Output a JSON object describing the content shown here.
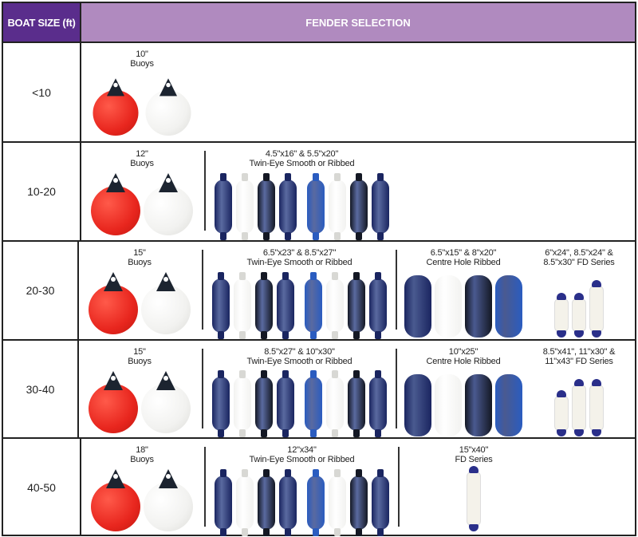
{
  "header": {
    "size": "BOAT SIZE (ft)",
    "selection": "FENDER SELECTION"
  },
  "colors": {
    "header_dark": "#5a2d8c",
    "header_light": "#b08abf",
    "red": "#e8261e",
    "white": "#f2f2f0",
    "navy": "#1a2560",
    "blue": "#2a5cc0",
    "black": "#141824",
    "fd_cap": "#2a2f8a"
  },
  "rows": [
    {
      "size": "<10",
      "groups": [
        {
          "type": "buoys",
          "label": [
            "10\"",
            "Buoys"
          ]
        }
      ]
    },
    {
      "size": "10-20",
      "groups": [
        {
          "type": "buoys",
          "label": [
            "12\"",
            "Buoys"
          ]
        },
        {
          "type": "twin",
          "label": [
            "4.5\"x16\" & 5.5\"x20\"",
            "Twin-Eye Smooth or Ribbed"
          ]
        }
      ]
    },
    {
      "size": "20-30",
      "groups": [
        {
          "type": "buoys",
          "label": [
            "15\"",
            "Buoys"
          ]
        },
        {
          "type": "twin",
          "label": [
            "6.5\"x23\" & 8.5\"x27\"",
            "Twin-Eye Smooth or Ribbed"
          ]
        },
        {
          "type": "centre",
          "label": [
            "6.5\"x15\" & 8\"x20\"",
            "Centre Hole Ribbed"
          ]
        },
        {
          "type": "fd",
          "label": [
            "6\"x24\", 8.5\"x24\" &",
            "8.5\"x30\" FD Series"
          ]
        }
      ]
    },
    {
      "size": "30-40",
      "groups": [
        {
          "type": "buoys",
          "label": [
            "15\"",
            "Buoys"
          ]
        },
        {
          "type": "twin",
          "label": [
            "8.5\"x27\" & 10\"x30\"",
            "Twin-Eye Smooth or Ribbed"
          ]
        },
        {
          "type": "centre",
          "label": [
            "10\"x25\"",
            "Centre Hole Ribbed"
          ]
        },
        {
          "type": "fd",
          "label": [
            "8.5\"x41\", 11\"x30\" &",
            "11\"x43\" FD Series"
          ]
        }
      ]
    },
    {
      "size": "40-50",
      "groups": [
        {
          "type": "buoys",
          "label": [
            "18\"",
            "Buoys"
          ]
        },
        {
          "type": "twin",
          "label": [
            "12\"x34\"",
            "Twin-Eye Smooth or Ribbed"
          ]
        },
        {
          "type": "fd1",
          "label": [
            "15\"x40\"",
            "FD Series"
          ]
        }
      ]
    }
  ]
}
